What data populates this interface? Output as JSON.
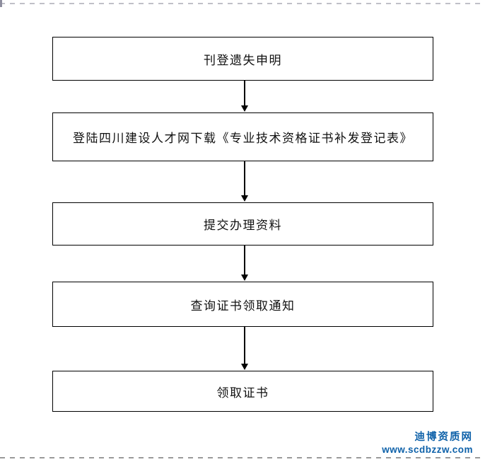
{
  "page": {
    "background": "#ffffff",
    "margin_dash_color_top": "#c0c0c8",
    "margin_dash_color_bottom": "#9a9a9a"
  },
  "flowchart": {
    "type": "vertical-flow",
    "box_border_color": "#000000",
    "text_color": "#111111",
    "arrow_color": "#000000",
    "steps": [
      {
        "label": "刊登遗失申明"
      },
      {
        "label": "登陆四川建设人才网下载《专业技术资格证书补发登记表》"
      },
      {
        "label": "提交办理资料"
      },
      {
        "label": "查询证书领取通知"
      },
      {
        "label": "领取证书"
      }
    ]
  },
  "watermark": {
    "site_name": "迪博资质网",
    "site_url": "www.scdbzzw.com",
    "color": "#0e61a9"
  }
}
